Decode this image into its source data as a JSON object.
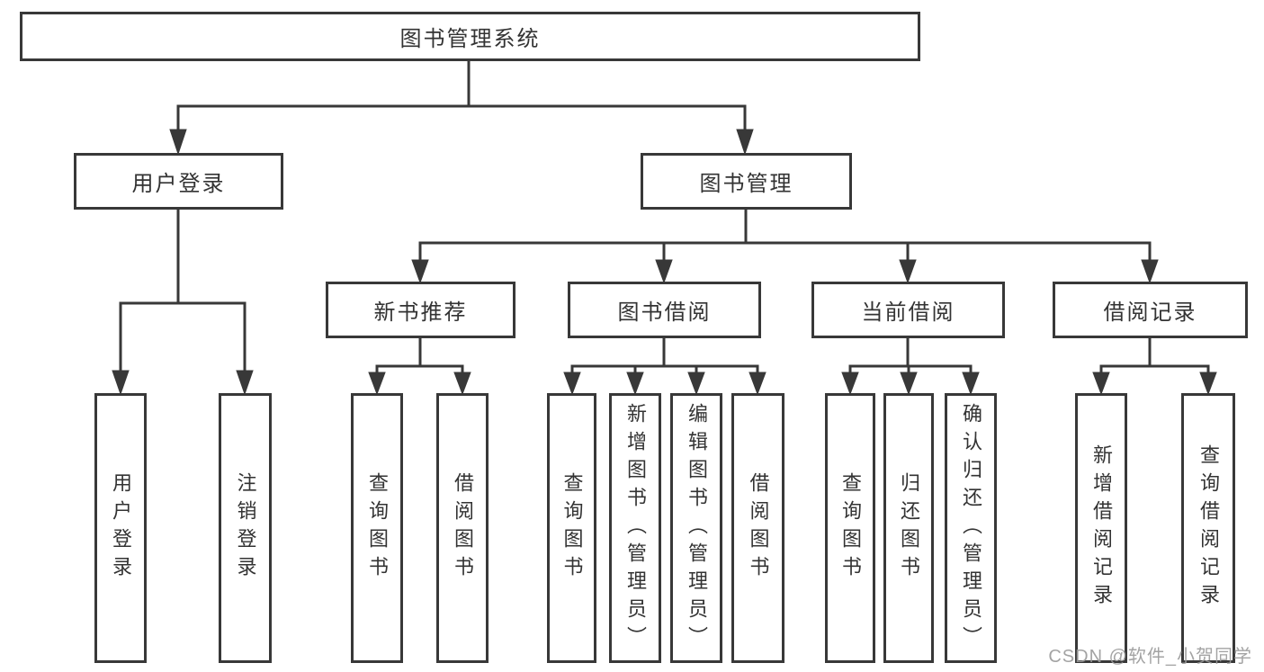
{
  "diagram": {
    "root": {
      "label": "图书管理系统"
    },
    "level2": {
      "userLogin": {
        "label": "用户登录"
      },
      "bookManagement": {
        "label": "图书管理"
      }
    },
    "level3": {
      "newBooks": {
        "label": "新书推荐"
      },
      "bookBorrow": {
        "label": "图书借阅"
      },
      "currentBorrow": {
        "label": "当前借阅"
      },
      "borrowRecords": {
        "label": "借阅记录"
      }
    },
    "leaves": {
      "userLogin": {
        "label": "用户登录"
      },
      "userLogout": {
        "label": "注销登录"
      },
      "nbQueryBooks": {
        "label": "查询图书"
      },
      "nbBorrowBooks": {
        "label": "借阅图书"
      },
      "bbQueryBooks": {
        "label": "查询图书"
      },
      "bbAddBooks": {
        "label": "新增图书（管理员）"
      },
      "bbEditBooks": {
        "label": "编辑图书（管理员）"
      },
      "bbBorrowBooks": {
        "label": "借阅图书"
      },
      "cbQueryBooks": {
        "label": "查询图书"
      },
      "cbReturnBooks": {
        "label": "归还图书"
      },
      "cbConfirmReturn": {
        "label": "确认归还（管理员）"
      },
      "brAddRecord": {
        "label": "新增借阅记录"
      },
      "brQueryRecord": {
        "label": "查询借阅记录"
      }
    },
    "watermark": "CSDN @软件_小贺同学",
    "colors": {
      "line": "#383838",
      "text": "#333333",
      "background": "#ffffff",
      "watermark": "#9a9a9a"
    }
  }
}
